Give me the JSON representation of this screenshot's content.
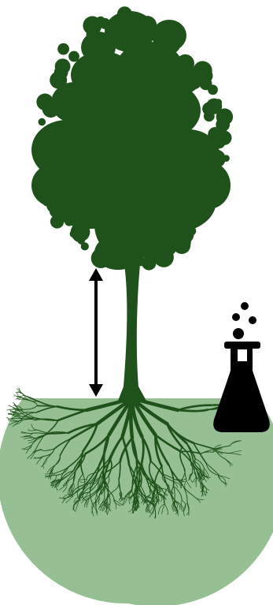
{
  "colors": {
    "tree": "#1f521a",
    "soil": "#96bf94",
    "arrow": "#000000",
    "flask": "#000000",
    "background": "#ffffff"
  },
  "icons": {
    "tree": "tree-silhouette",
    "roots": "root-system",
    "soil": "soil-hemisphere",
    "height_arrow": "double-headed-vertical-arrow",
    "flask": "erlenmeyer-flask-icon",
    "bubbles": "bubbles-icon"
  }
}
